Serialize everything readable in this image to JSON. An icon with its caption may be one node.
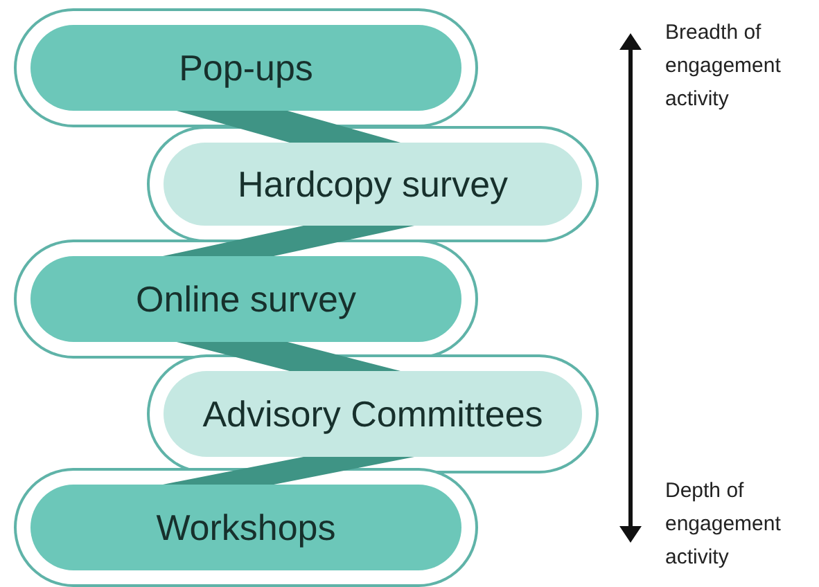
{
  "diagram": {
    "nodes": [
      {
        "text": [
          "Pop-ups"
        ]
      },
      {
        "text": [
          "Hardcopy survey"
        ]
      },
      {
        "text": [
          "Online survey"
        ]
      },
      {
        "text": [
          "Advisory Committees"
        ]
      },
      {
        "text": [
          "Workshops"
        ]
      }
    ],
    "edges": [
      {
        "from": 0,
        "to": 1,
        "arrow": "none",
        "style": "thick"
      },
      {
        "from": 1,
        "to": 2,
        "arrow": "none",
        "style": "thick"
      },
      {
        "from": 2,
        "to": 3,
        "arrow": "none",
        "style": "thick"
      },
      {
        "from": 3,
        "to": 4,
        "arrow": "none",
        "style": "thick"
      }
    ],
    "labels": [
      "Breadth of engagement activity",
      "Depth of engagement activity"
    ]
  }
}
